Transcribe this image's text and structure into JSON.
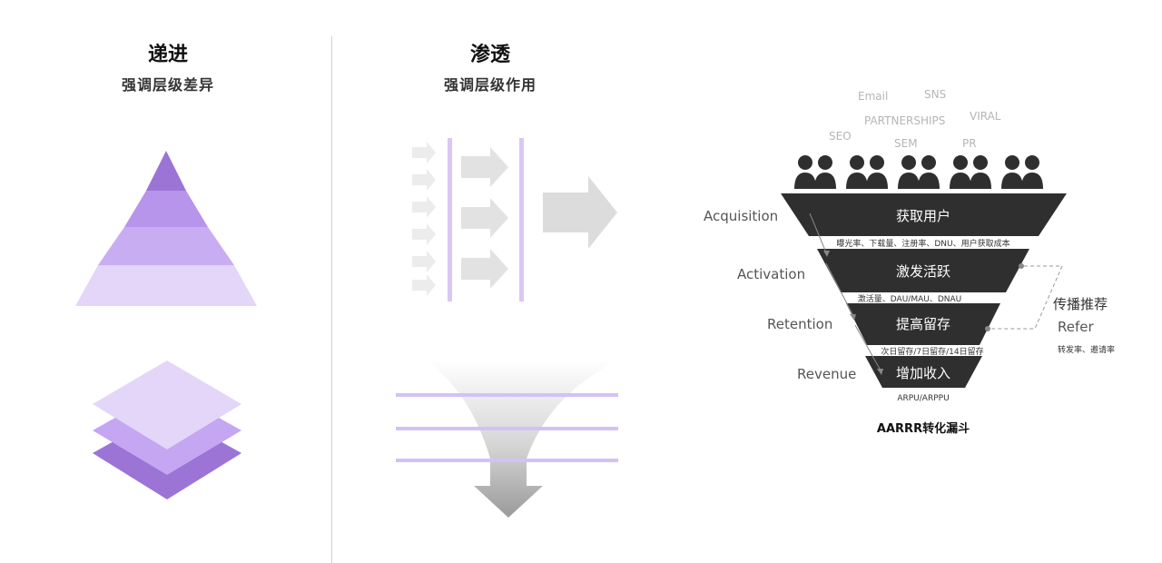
{
  "left": {
    "title": "递进",
    "subtitle": "强调层级差异"
  },
  "middle": {
    "title": "渗透",
    "subtitle": "强调层级作用"
  },
  "channels": [
    "Email",
    "SNS",
    "PARTNERSHIPS",
    "VIRAL",
    "SEO",
    "SEM",
    "PR"
  ],
  "funnel": {
    "caption": "AARRR转化漏斗",
    "stages": [
      {
        "en": "Acquisition",
        "zh": "获取用户",
        "metrics": "曝光率、下载量、注册率、DNU、用户获取成本"
      },
      {
        "en": "Activation",
        "zh": "激发活跃",
        "metrics": "激活量、DAU/MAU、DNAU"
      },
      {
        "en": "Retention",
        "zh": "提高留存",
        "metrics": "次日留存/7日留存/14日留存"
      },
      {
        "en": "Revenue",
        "zh": "增加收入",
        "metrics": "ARPU/ARPPU"
      }
    ],
    "refer": {
      "zh": "传播推荐",
      "en": "Refer",
      "metrics": "转发率、邀请率"
    }
  },
  "colors": {
    "purple_dark": "#9b74d6",
    "purple_mid": "#b795ea",
    "purple_light": "#d4bff5",
    "purple_lighter": "#e3d6f8",
    "funnel_dark": "#2f2f2f",
    "arrow_gray": "#dcdcdc"
  }
}
